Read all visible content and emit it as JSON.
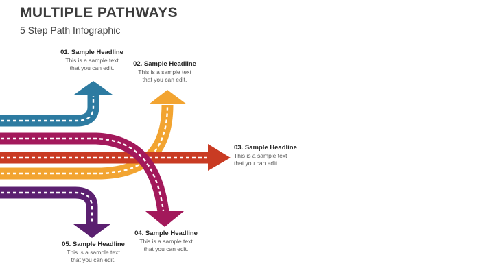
{
  "slide": {
    "title": "MULTIPLE PATHWAYS",
    "subtitle": "5 Step Path Infographic"
  },
  "colors": {
    "background": "#FFFFFF",
    "title_text": "#3C3C3C",
    "subtitle_text": "#414141",
    "headline_text": "#262626",
    "body_text": "#595959",
    "road_dash_line": "#FFFFFF"
  },
  "steps": [
    {
      "number": "01",
      "headline": "01. Sample Headline",
      "body_line1": "This is a sample text",
      "body_line2": "that you can edit.",
      "color": "#2D7BA1",
      "arrow_direction": "up"
    },
    {
      "number": "02",
      "headline": "02. Sample Headline",
      "body_line1": "This is a sample text",
      "body_line2": "that you can edit.",
      "color": "#F2A431",
      "arrow_direction": "up"
    },
    {
      "number": "03",
      "headline": "03. Sample Headline",
      "body_line1": "This is a sample text",
      "body_line2": "that you can edit.",
      "color": "#C93B23",
      "arrow_direction": "right"
    },
    {
      "number": "04",
      "headline": "04. Sample Headline",
      "body_line1": "This is a sample text",
      "body_line2": "that you can edit.",
      "color": "#A3195B",
      "arrow_direction": "down"
    },
    {
      "number": "05",
      "headline": "05. Sample Headline",
      "body_line1": "This is a sample text",
      "body_line2": "that you can edit.",
      "color": "#5B2070",
      "arrow_direction": "down"
    }
  ]
}
